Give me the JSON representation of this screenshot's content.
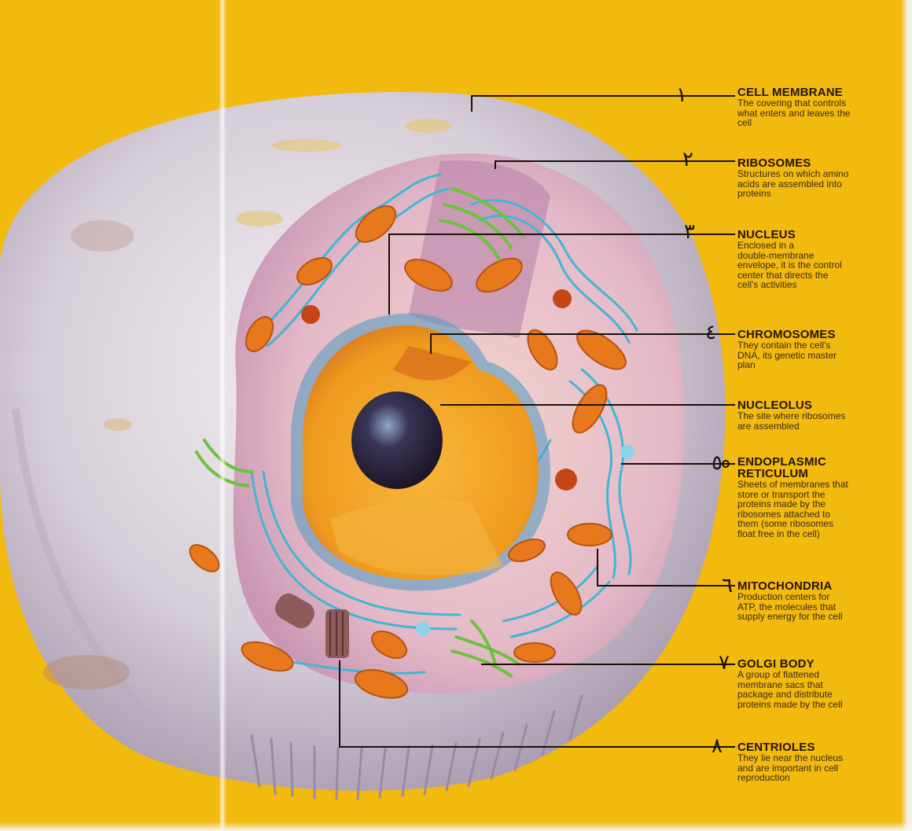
{
  "colors": {
    "background": "#f2b90e",
    "membrane": "#d9d2dc",
    "cytoplasm": "#e3b8c8",
    "reticulum": "#3fb7d4",
    "nucleus": "#f0a21e",
    "nucleolus": "#2c2440",
    "mitochondria": "#e8781c",
    "golgi": "#6cc23a"
  },
  "labels": [
    {
      "number": "١",
      "title": "CELL MEMBRANE",
      "desc": "The covering that controls\nwhat enters and leaves the\ncell"
    },
    {
      "number": "٢",
      "title": "RIBOSOMES",
      "desc": "Structures on which amino\nacids are assembled into\nproteins"
    },
    {
      "number": "٣",
      "title": "NUCLEUS",
      "desc": "Enclosed in a\ndouble-membrane\nenvelope, it is the control\ncenter that directs the\ncell's activities"
    },
    {
      "number": "٤",
      "title": "CHROMOSOMES",
      "desc": "They contain the cell's\nDNA, its genetic master\nplan"
    },
    {
      "number": "",
      "title": "NUCLEOLUS",
      "desc": "The site where ribosomes\nare assembled"
    },
    {
      "number": "٥",
      "title": "ENDOPLASMIC\nRETICULUM",
      "desc": "Sheets of membranes that\nstore or transport the\nproteins made by the\nribosomes attached to\nthem (some ribosomes\nfloat free in the cell)"
    },
    {
      "number": "٦",
      "title": "MITOCHONDRIA",
      "desc": "Production centers for\nATP, the molecules that\nsupply energy for the cell"
    },
    {
      "number": "٧",
      "title": "GOLGI BODY",
      "desc": "A group of flattened\nmembrane sacs that\npackage and distribute\nproteins made by the cell"
    },
    {
      "number": "٨",
      "title": "CENTRIOLES",
      "desc": "They lie near the nucleus\nand are important in cell\nreproduction"
    }
  ]
}
